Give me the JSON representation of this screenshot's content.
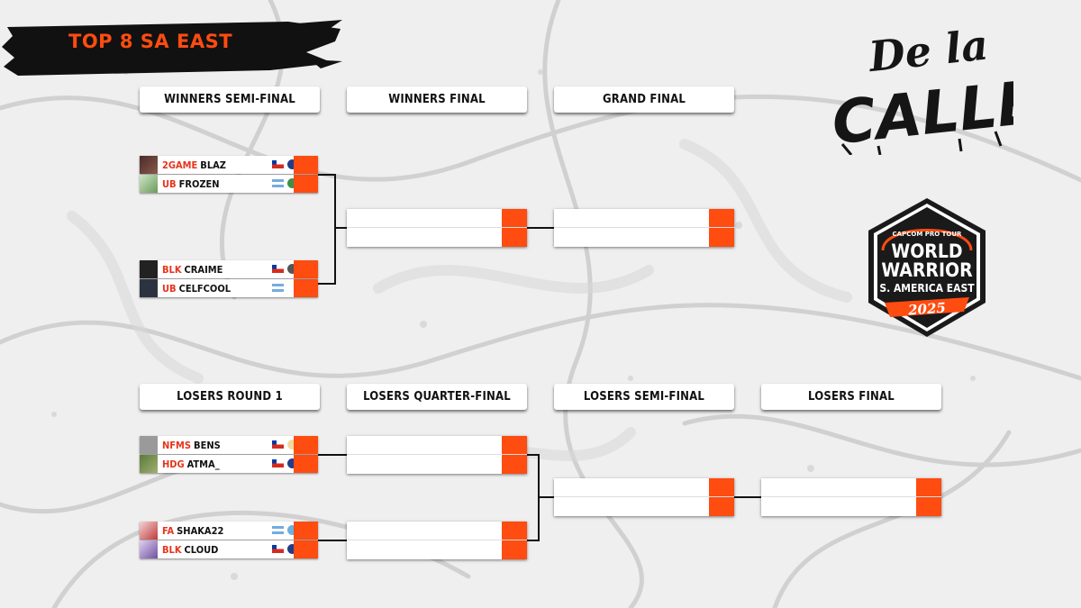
{
  "banner": {
    "title": "TOP 8 SA EAST"
  },
  "rounds": {
    "winners_semi": "WINNERS SEMI-FINAL",
    "winners_final": "WINNERS FINAL",
    "grand_final": "GRAND FINAL",
    "losers_r1": "LOSERS ROUND 1",
    "losers_qf": "LOSERS QUARTER-FINAL",
    "losers_semi": "LOSERS SEMI-FINAL",
    "losers_final": "LOSERS FINAL"
  },
  "winners_semi": [
    {
      "p1": {
        "tag": "2GAME",
        "name": "BLAZ"
      },
      "p2": {
        "tag": "UB",
        "name": "FROZEN"
      }
    },
    {
      "p1": {
        "tag": "BLK",
        "name": "CRAIME"
      },
      "p2": {
        "tag": "UB",
        "name": "CELFCOOL"
      }
    }
  ],
  "losers_r1": [
    {
      "p1": {
        "tag": "NFMS",
        "name": "BENS"
      },
      "p2": {
        "tag": "HDG",
        "name": "ATMA_"
      }
    },
    {
      "p1": {
        "tag": "FA",
        "name": "SHAKA22"
      },
      "p2": {
        "tag": "BLK",
        "name": "CLOUD"
      }
    }
  ],
  "logos": {
    "event": "De la CALLE",
    "tour": "CAPCOM PRO TOUR",
    "ww1": "WORLD",
    "ww2": "WARRIOR",
    "region": "S. AMERICA EAST",
    "year": "2025"
  },
  "colors": {
    "accent": "#ff4c10",
    "tag": "#e8331c",
    "text": "#111111"
  }
}
